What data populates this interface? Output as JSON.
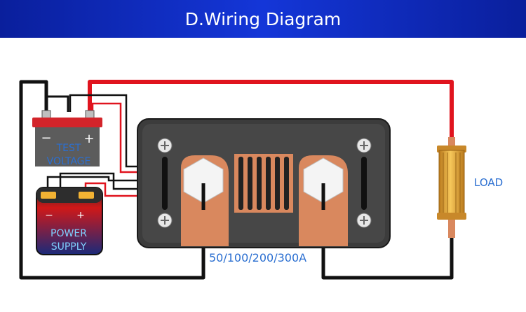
{
  "header": {
    "title": "D.Wiring Diagram"
  },
  "test_battery": {
    "minus": "−",
    "plus": "+",
    "line1": "TEST",
    "line2": "VOLTAGE"
  },
  "power_battery": {
    "minus": "−",
    "plus": "+",
    "line1": "POWER",
    "line2": "SUPPLY"
  },
  "shunt_rating": "50/100/200/300A",
  "load_label": "LOAD",
  "colors": {
    "header_blue": "#1436d8",
    "wire_red": "#e0141e",
    "wire_black": "#111111",
    "label_blue": "#2b6fd1",
    "copper": "#d9885e",
    "load_gold": "#e3a637"
  }
}
